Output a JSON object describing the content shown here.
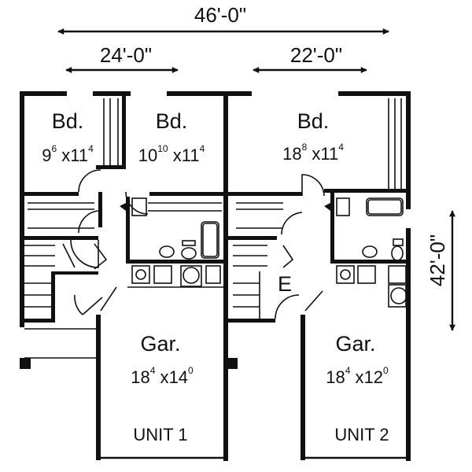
{
  "dimensions": {
    "overall_width": "46'-0\"",
    "unit1_width": "24'-0\"",
    "unit2_width": "22'-0\"",
    "depth": "42'-0\""
  },
  "unit1": {
    "bedroom_left": {
      "label": "Bd.",
      "w": "9",
      "w_in": "6",
      "d": "11",
      "d_in": "4"
    },
    "bedroom_right": {
      "label": "Bd.",
      "w": "10",
      "w_in": "10",
      "d": "11",
      "d_in": "4"
    },
    "garage": {
      "label": "Gar.",
      "w": "18",
      "w_in": "4",
      "d": "14",
      "d_in": "0"
    },
    "name": "UNIT 1"
  },
  "unit2": {
    "bedroom": {
      "label": "Bd.",
      "w": "18",
      "w_in": "8",
      "d": "11",
      "d_in": "4"
    },
    "entry": "E",
    "garage": {
      "label": "Gar.",
      "w": "18",
      "w_in": "4",
      "d": "12",
      "d_in": "0"
    },
    "name": "UNIT 2"
  }
}
